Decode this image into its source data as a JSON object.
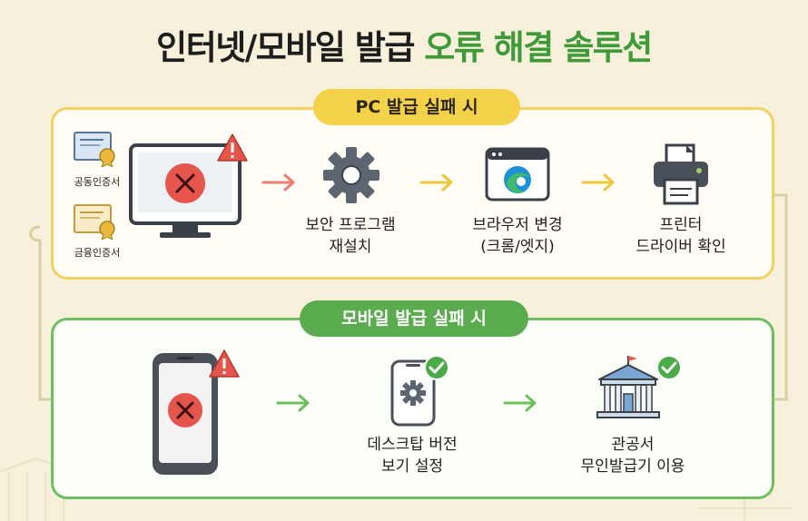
{
  "title": {
    "part1": "인터넷/모바일 발급 ",
    "accent": "오류 해결 솔루션"
  },
  "pc_section": {
    "badge": "PC 발급 실패 시",
    "certs": [
      "공동인증서",
      "금융인증서"
    ],
    "steps": [
      {
        "line1": "보안 프로그램",
        "line2": "재설치"
      },
      {
        "line1": "브라우저 변경",
        "line2": "(크롬/엣지)"
      },
      {
        "line1": "프린터",
        "line2": "드라이버 확인"
      }
    ]
  },
  "mobile_section": {
    "badge": "모바일 발급 실패 시",
    "steps": [
      {
        "line1": "데스크탑 버전",
        "line2": "보기 설정"
      },
      {
        "line1": "관공서",
        "line2": "무인발급기 이용"
      }
    ]
  },
  "colors": {
    "accent_green": "#3f9a3a",
    "pc_yellow": "#f3d24a",
    "mobile_green": "#5aac4e",
    "error_red": "#e5554b"
  },
  "icons": [
    "certificate-icon",
    "monitor-error-icon",
    "warning-icon",
    "gear-icon",
    "browser-icon",
    "printer-icon",
    "phone-error-icon",
    "phone-settings-icon",
    "check-icon",
    "government-building-icon",
    "arrow-right-icon"
  ]
}
